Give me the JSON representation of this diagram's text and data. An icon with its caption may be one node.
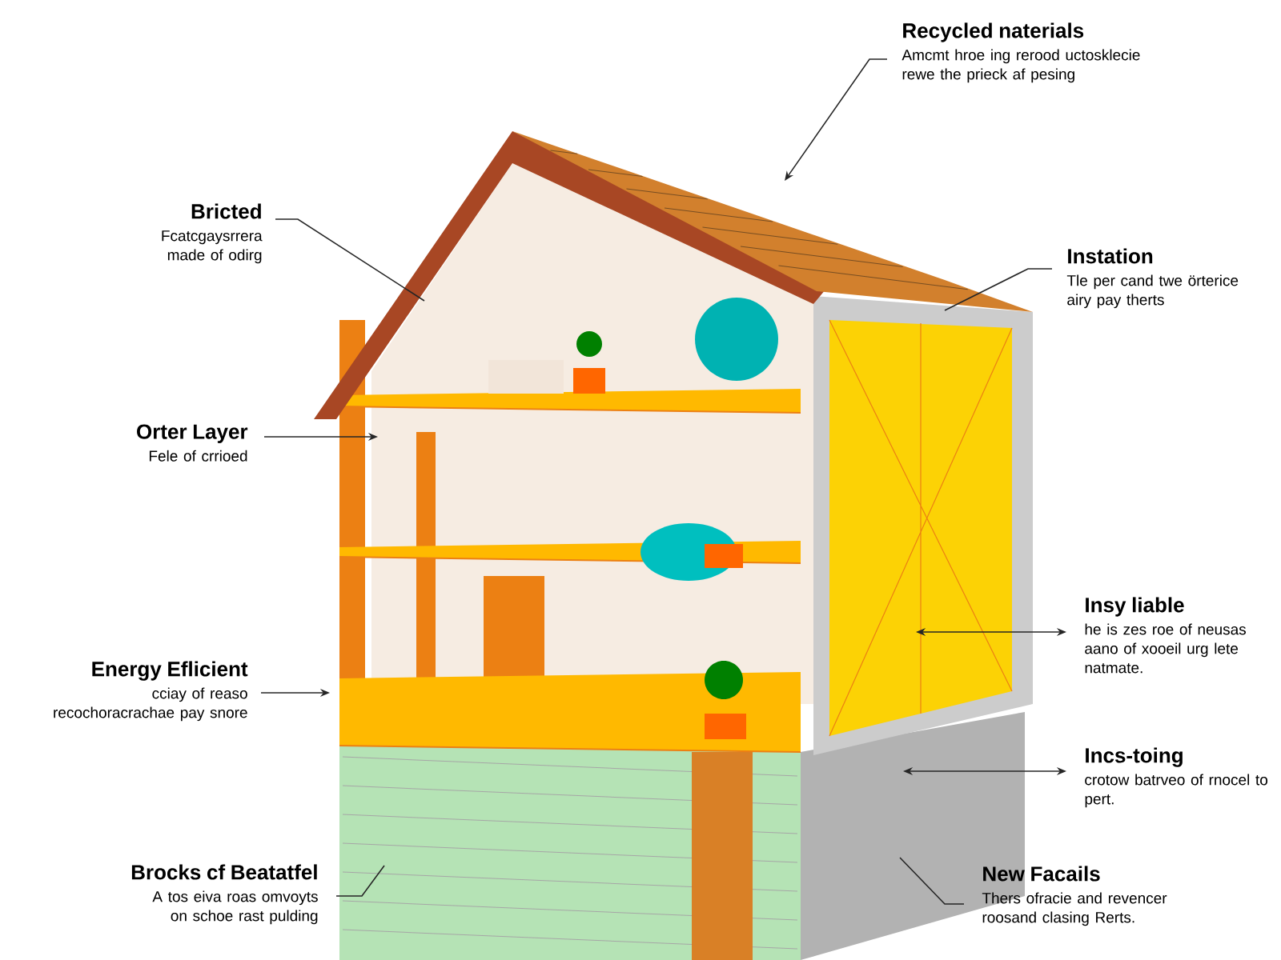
{
  "diagram": {
    "nodes": [
      {
        "text": [],
        "shape": "picture"
      },
      {
        "text": [
          "Bricted",
          "Fcatcgaysrrera made of odirg"
        ]
      },
      {
        "text": [
          "Orter Layer",
          "Fele of crrioed"
        ]
      },
      {
        "text": [
          "Energy Eflicient",
          "cciay of reaso recochoracrachae pay snore"
        ]
      },
      {
        "text": [
          "Brocks cf Beatatfel",
          "A tos eiva roas omvoyts on schoe rast pulding"
        ]
      },
      {
        "text": [
          "Recycled naterials",
          "Amcmt hroe  ing rerood uctosklecie rewe the prieck af pesing"
        ]
      },
      {
        "text": [
          "Instation",
          "Tle per cand twe örterice airy pay therts"
        ]
      },
      {
        "text": [
          "Insy liable",
          "he is zes roe of neusas aano of xooeil urg lete natmate."
        ]
      },
      {
        "text": [
          "Incs-toing",
          "crotow batrveo of rnocel to pert."
        ]
      },
      {
        "text": [
          "New Facails",
          "Thers ofracie and revencer roosand clasing Rerts."
        ]
      }
    ],
    "edges": [
      {
        "from": 1,
        "to": 0,
        "arrow": "none"
      },
      {
        "from": 2,
        "to": 0,
        "arrow": "to"
      },
      {
        "from": 3,
        "to": 0,
        "arrow": "to"
      },
      {
        "from": 4,
        "to": 0,
        "arrow": "none"
      },
      {
        "from": 5,
        "to": 0,
        "arrow": "to"
      },
      {
        "from": 6,
        "to": 0,
        "arrow": "none"
      },
      {
        "from": 7,
        "to": 0,
        "arrow": "both"
      },
      {
        "from": 8,
        "to": 0,
        "arrow": "both"
      },
      {
        "from": 9,
        "to": 0,
        "arrow": "none"
      }
    ]
  }
}
